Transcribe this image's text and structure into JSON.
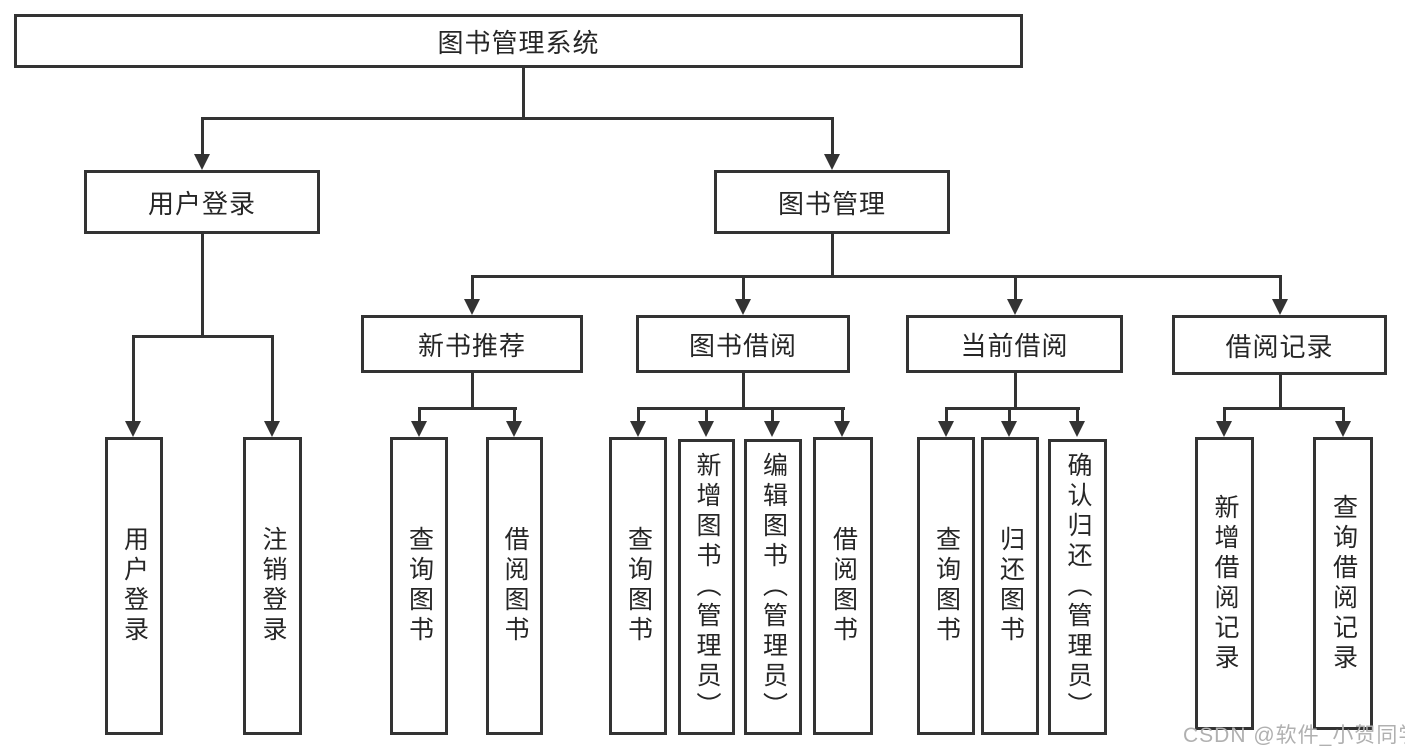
{
  "theme": {
    "line_color": "#333333",
    "text_color": "#262626",
    "background_color": "#ffffff",
    "watermark_color": "#b0b0b0"
  },
  "tree": {
    "label": "图书管理系统",
    "children": [
      {
        "label": "用户登录",
        "children": [
          {
            "label": "用户登录"
          },
          {
            "label": "注销登录"
          }
        ]
      },
      {
        "label": "图书管理",
        "children": [
          {
            "label": "新书推荐",
            "children": [
              {
                "label": "查询图书"
              },
              {
                "label": "借阅图书"
              }
            ]
          },
          {
            "label": "图书借阅",
            "children": [
              {
                "label": "查询图书"
              },
              {
                "label": "新增图书（管理员）"
              },
              {
                "label": "编辑图书（管理员）"
              },
              {
                "label": "借阅图书"
              }
            ]
          },
          {
            "label": "当前借阅",
            "children": [
              {
                "label": "查询图书"
              },
              {
                "label": "归还图书"
              },
              {
                "label": "确认归还（管理员）"
              }
            ]
          },
          {
            "label": "借阅记录",
            "children": [
              {
                "label": "新增借阅记录"
              },
              {
                "label": "查询借阅记录"
              }
            ]
          }
        ]
      }
    ]
  },
  "watermark": {
    "text": "CSDN @软件_小贺同学"
  }
}
